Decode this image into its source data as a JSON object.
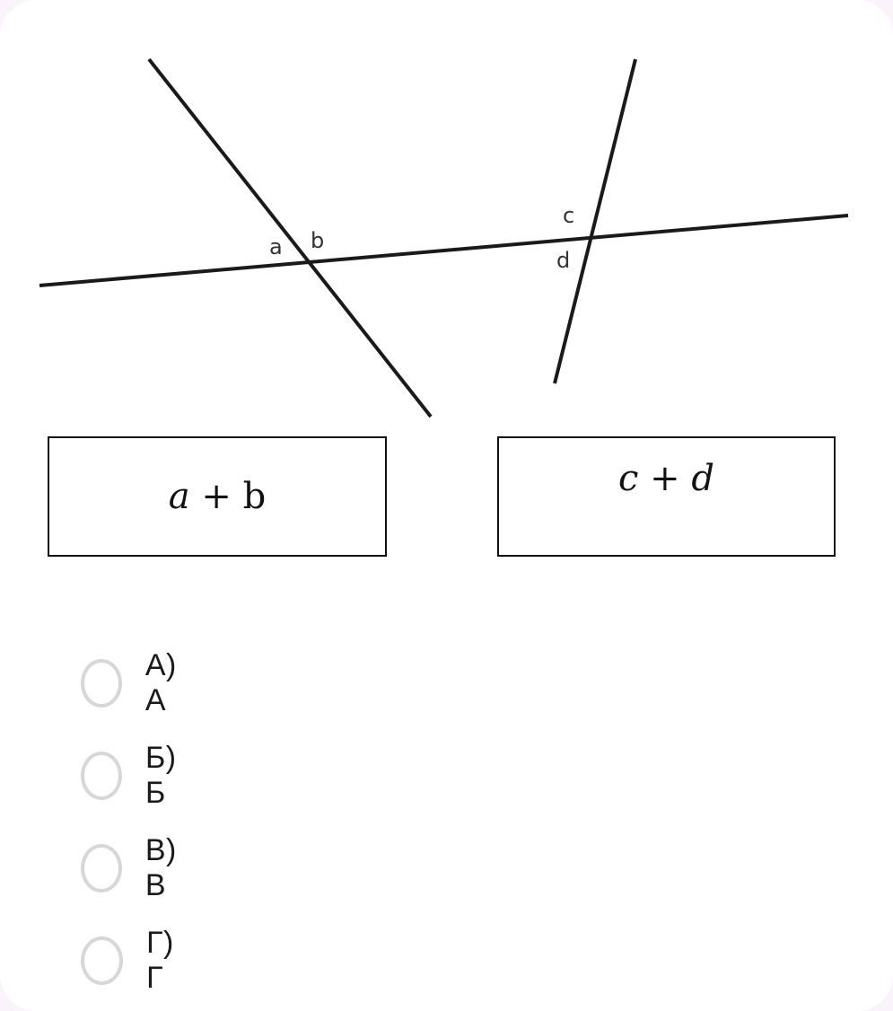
{
  "diagram": {
    "angle_labels": {
      "a": "a",
      "b": "b",
      "c": "c",
      "d": "d"
    },
    "boxes": [
      {
        "id": "A",
        "expr_left": "a",
        "expr_op": "+",
        "expr_right": "b"
      },
      {
        "id": "B",
        "expr_left": "c",
        "expr_op": "+",
        "expr_right": "d"
      }
    ]
  },
  "options": [
    {
      "prefix": "А)",
      "text": "А"
    },
    {
      "prefix": "Б)",
      "text": "Б"
    },
    {
      "prefix": "В)",
      "text": "В"
    },
    {
      "prefix": "Г)",
      "text": "Г"
    }
  ],
  "colors": {
    "line": "#1a1a1a",
    "radio_border": "#d9d6d9",
    "page_edge": "#fbf3fb"
  }
}
